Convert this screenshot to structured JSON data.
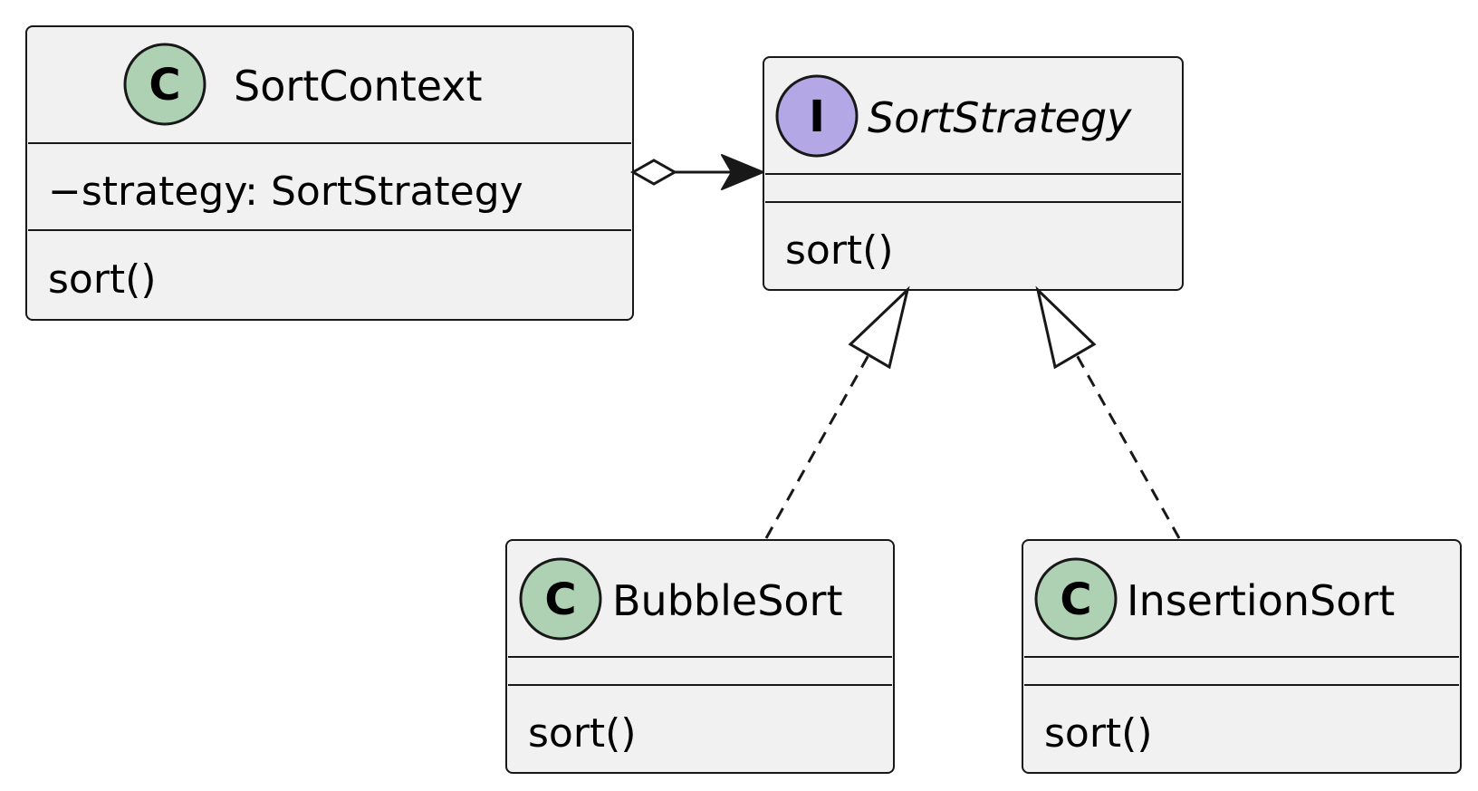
{
  "colors": {
    "box_fill": "#f1f1f1",
    "box_stroke": "#181818",
    "class_badge": "#add1b2",
    "interface_badge": "#b4a7e5",
    "line": "#181818"
  },
  "classes": {
    "sort_context": {
      "badge": "C",
      "name": "SortContext",
      "fields": [
        "−strategy: SortStrategy"
      ],
      "methods": [
        "sort()"
      ]
    },
    "sort_strategy": {
      "badge": "I",
      "name": "SortStrategy",
      "fields": [],
      "methods": [
        "sort()"
      ]
    },
    "bubble_sort": {
      "badge": "C",
      "name": "BubbleSort",
      "fields": [],
      "methods": [
        "sort()"
      ]
    },
    "insertion_sort": {
      "badge": "C",
      "name": "InsertionSort",
      "fields": [],
      "methods": [
        "sort()"
      ]
    }
  },
  "relations": [
    {
      "from": "SortContext",
      "to": "SortStrategy",
      "kind": "aggregation"
    },
    {
      "from": "BubbleSort",
      "to": "SortStrategy",
      "kind": "realization"
    },
    {
      "from": "InsertionSort",
      "to": "SortStrategy",
      "kind": "realization"
    }
  ]
}
